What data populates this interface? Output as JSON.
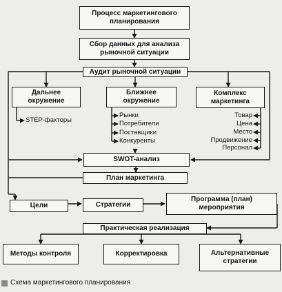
{
  "nodes": {
    "process": "Процесс маркетингового\nпланирования",
    "data_collection": "Сбор данных для анализа\nрыночной ситуации",
    "audit": "Аудит рыночной ситуации",
    "far_env": "Дальнее\nокружение",
    "near_env": "Ближнее\nокружение",
    "marketing_mix": "Комплекс\nмаркетинга",
    "swot": "SWOT-анализ",
    "marketing_plan": "План маркетинга",
    "goals": "Цели",
    "strategies": "Стратегии",
    "program": "Программа (план)\nмероприятия",
    "implementation": "Практическая реализация",
    "control_methods": "Методы контроля",
    "correction": "Корректировка",
    "alt_strategies": "Альтернативные\nстратегии"
  },
  "far_items": [
    "STEP-факторы"
  ],
  "near_items": [
    "Рынки",
    "Потребители",
    "Поставщики",
    "Конкуренты"
  ],
  "mix_items": [
    "Товар",
    "Цена",
    "Место",
    "Продвижение",
    "Персонал"
  ],
  "caption": "Схема маркетингового планирования"
}
